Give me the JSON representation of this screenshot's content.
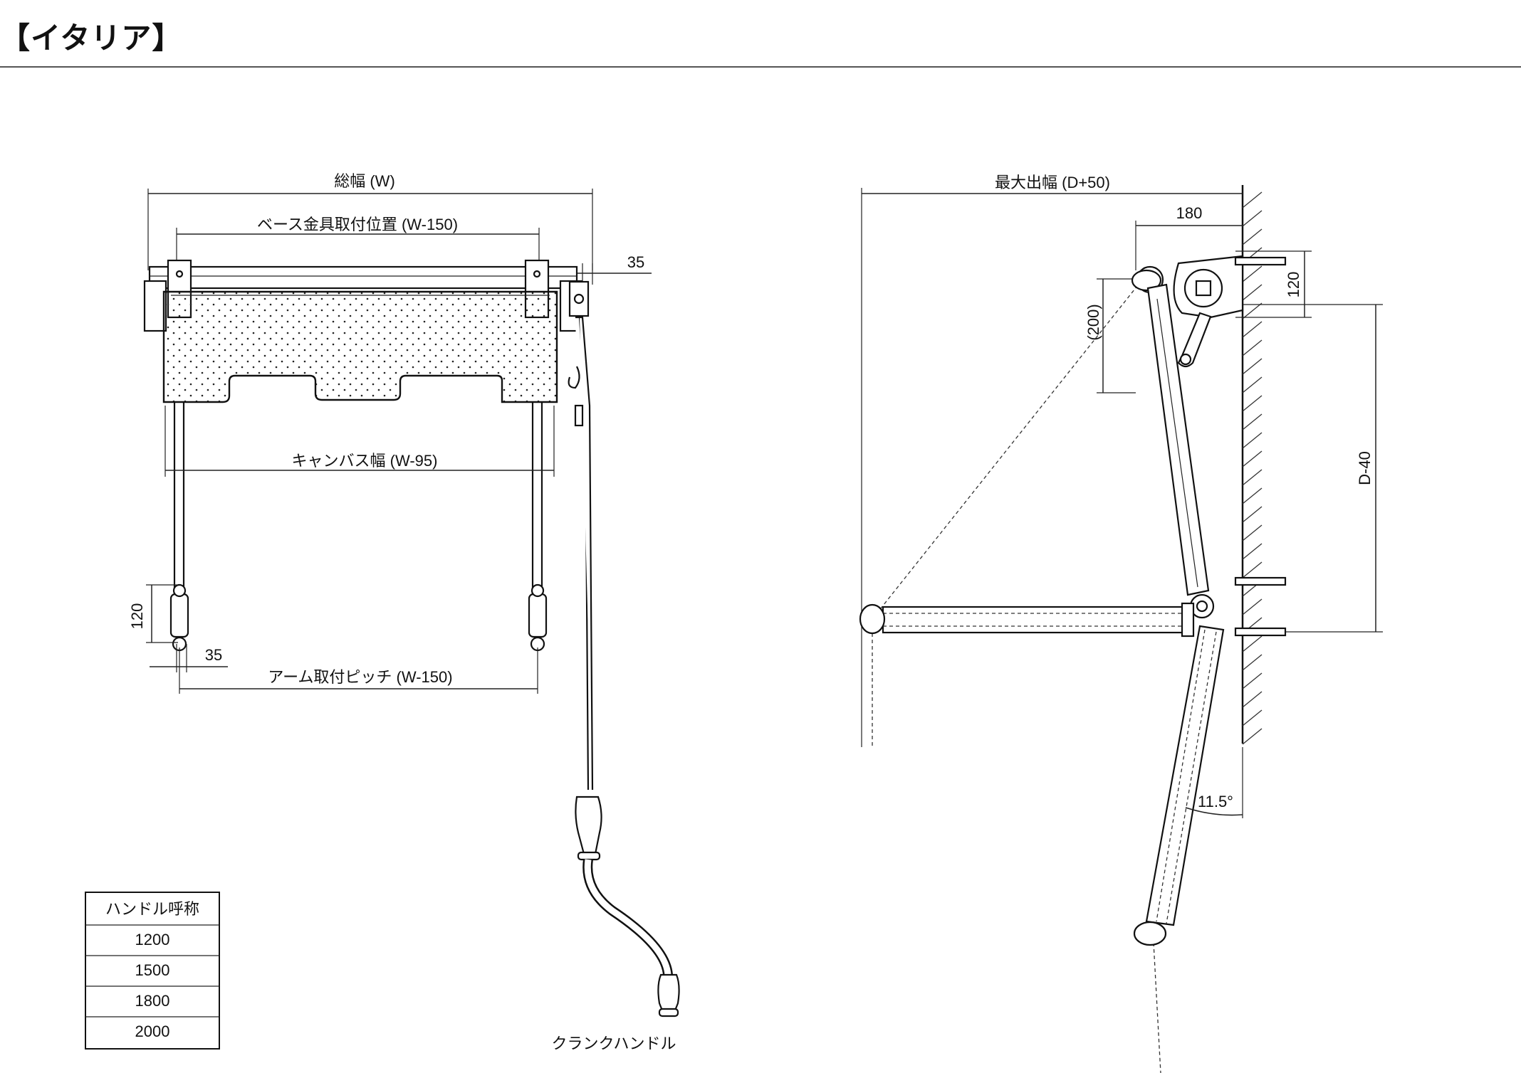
{
  "title": "【イタリア】",
  "front_view": {
    "total_width": "総幅 (W)",
    "base_bracket_position": "ベース金具取付位置 (W-150)",
    "canvas_width": "キャンバス幅 (W-95)",
    "arm_pitch": "アーム取付ピッチ (W-150)",
    "offset_top": "35",
    "offset_bottom": "35",
    "arm_height": "120",
    "crank_label": "クランクハンドル"
  },
  "side_view": {
    "max_projection": "最大出幅 (D+50)",
    "depth_180": "180",
    "height_120": "120",
    "height_200": "(200)",
    "depth_d40": "D-40",
    "angle": "11.5°"
  },
  "handle_table": {
    "header": "ハンドル呼称",
    "rows": [
      "1200",
      "1500",
      "1800",
      "2000"
    ]
  }
}
